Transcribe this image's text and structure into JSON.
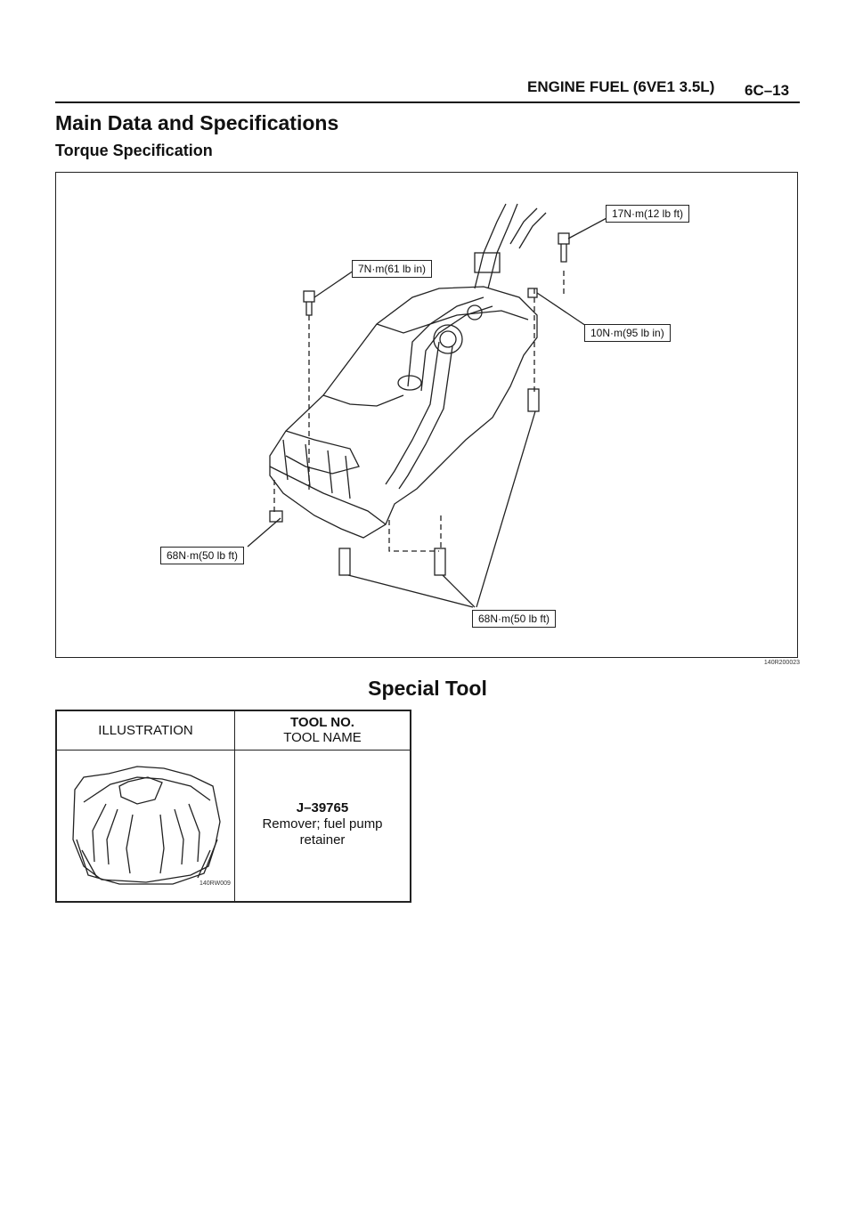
{
  "header": {
    "section_title": "ENGINE FUEL (6VE1 3.5L)",
    "page_number": "6C–13"
  },
  "heading_main": "Main Data and Specifications",
  "heading_torque": "Torque Specification",
  "figure": {
    "callouts": {
      "top_right": "17N·m(12 lb ft)",
      "top_mid": "7N·m(61 lb in)",
      "right_mid": "10N·m(95 lb in)",
      "left_bottom": "68N·m(50 lb ft)",
      "bottom_mid": "68N·m(50 lb ft)"
    },
    "code": "140R200023"
  },
  "special_tool": {
    "heading": "Special Tool",
    "col1_header": "ILLUSTRATION",
    "col2_header_bold": "TOOL NO.",
    "col2_header": "TOOL NAME",
    "tool_no": "J–39765",
    "tool_name_line1": "Remover; fuel pump",
    "tool_name_line2": "retainer",
    "illustration_code": "140RW009"
  }
}
